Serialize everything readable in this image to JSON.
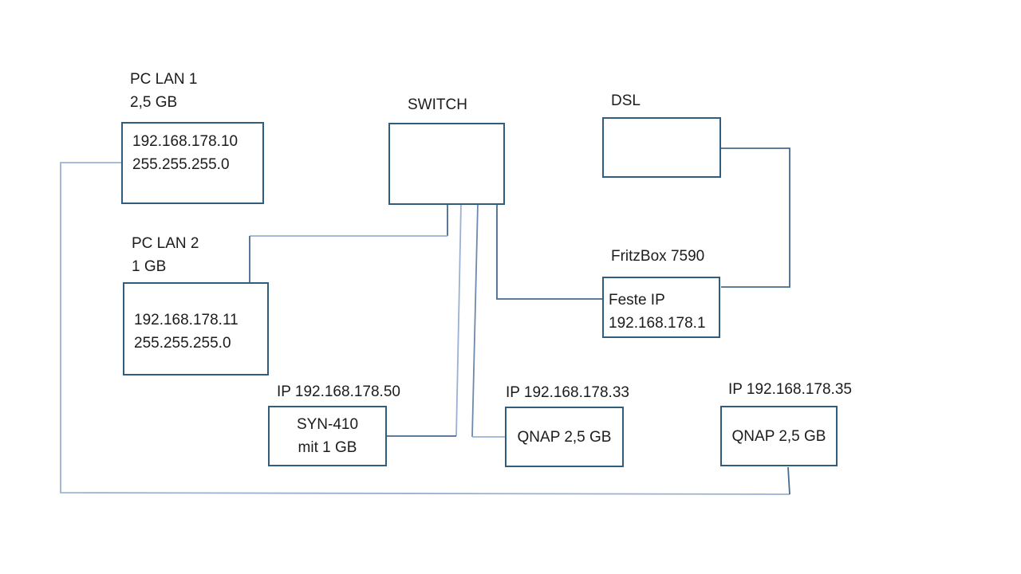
{
  "diagram": {
    "nodes": {
      "pc_lan_1": {
        "label_line1": "PC LAN 1",
        "label_line2": "2,5 GB",
        "ip": "192.168.178.10",
        "subnet": "255.255.255.0"
      },
      "pc_lan_2": {
        "label_line1": "PC LAN 2",
        "label_line2": "1 GB",
        "ip": "192.168.178.11",
        "subnet": "255.255.255.0"
      },
      "switch": {
        "label": "SWITCH"
      },
      "dsl": {
        "label": "DSL"
      },
      "fritzbox": {
        "label": "FritzBox 7590",
        "body_line1": "Feste IP",
        "body_line2": "192.168.178.1"
      },
      "syn410": {
        "label": "IP 192.168.178.50",
        "body_line1": "SYN-410",
        "body_line2": "mit 1 GB"
      },
      "qnap33": {
        "label": "IP 192.168.178.33",
        "body": "QNAP 2,5 GB"
      },
      "qnap35": {
        "label": "IP 192.168.178.35",
        "body": "QNAP 2,5 GB"
      }
    },
    "connections": [
      {
        "from": "PC LAN 1",
        "to": "QNAP 192.168.178.35"
      },
      {
        "from": "SWITCH",
        "to": "PC LAN 2"
      },
      {
        "from": "SWITCH",
        "to": "SYN-410"
      },
      {
        "from": "SWITCH",
        "to": "QNAP 192.168.178.33"
      },
      {
        "from": "SWITCH",
        "to": "FritzBox 7590"
      },
      {
        "from": "DSL",
        "to": "FritzBox 7590"
      }
    ],
    "colors": {
      "background": "#ffffff",
      "box_border": "#305d7e",
      "text": "#1c1c1c",
      "connector_light": "#9ab1d4",
      "connector_medium": "#6d89ac",
      "connector_dark": "#47698e"
    }
  }
}
